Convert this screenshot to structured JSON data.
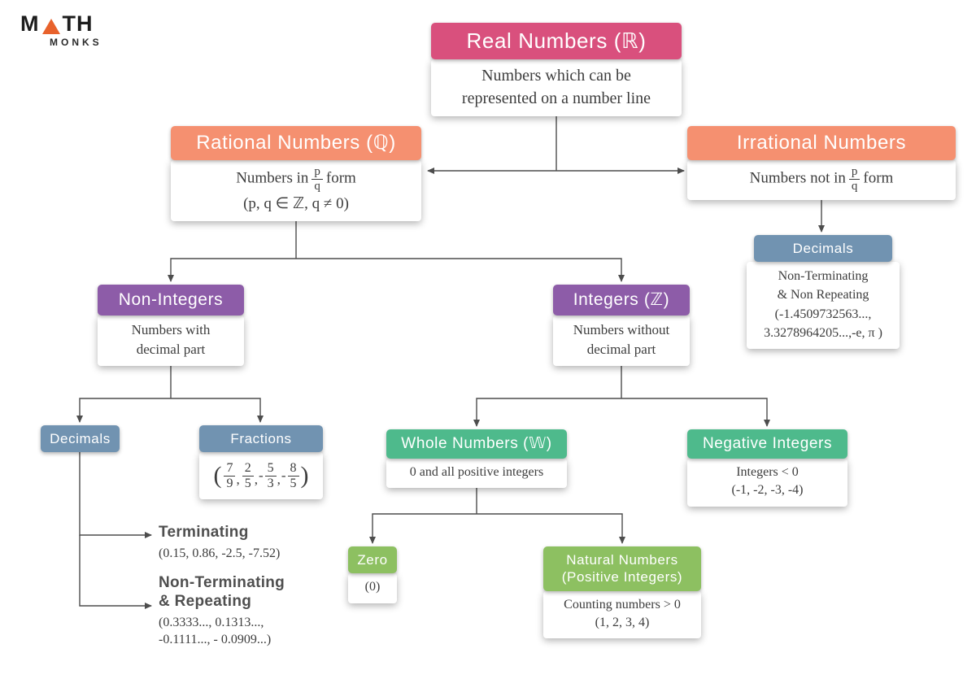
{
  "logo": {
    "part1": "M",
    "part2": "TH",
    "sub": "MONKS"
  },
  "colors": {
    "pink": "#d9507d",
    "orange": "#f59070",
    "purple": "#8d5ca8",
    "slate": "#7193b1",
    "green": "#4eba8c",
    "lightgreen": "#8dc061",
    "line": "#4d4d4d",
    "text": "#3d3d3d",
    "label": "#4f4f4f",
    "logo-orange": "#e8622c"
  },
  "nodes": {
    "real": {
      "title": "Real Numbers (ℝ)",
      "desc1": "Numbers which can be",
      "desc2": "represented on a number line"
    },
    "rational": {
      "title": "Rational Numbers (ℚ)",
      "desc_pre": "Numbers in",
      "frac_num": "p",
      "frac_den": "q",
      "desc_post": "form",
      "desc2": "(p, q ∈ ℤ, q ≠ 0)"
    },
    "irrational": {
      "title": "Irrational Numbers",
      "desc_pre": "Numbers not in",
      "frac_num": "p",
      "frac_den": "q",
      "desc_post": "form"
    },
    "irrdec": {
      "title": "Decimals",
      "desc1": "Non-Terminating",
      "desc2": "& Non Repeating",
      "desc3": "(-1.4509732563...,",
      "desc4": "3.3278964205...,-e, π )"
    },
    "nonint": {
      "title": "Non-Integers",
      "desc1": "Numbers with",
      "desc2": "decimal part"
    },
    "integers": {
      "title": "Integers (ℤ)",
      "desc1": "Numbers without",
      "desc2": "decimal part"
    },
    "decimals": {
      "title": "Decimals"
    },
    "fractions": {
      "title": "Fractions",
      "open": "(",
      "close": ")",
      "sep": ",",
      "items": [
        {
          "sign": "",
          "num": "7",
          "den": "9"
        },
        {
          "sign": "",
          "num": "2",
          "den": "5"
        },
        {
          "sign": "-",
          "num": "5",
          "den": "3"
        },
        {
          "sign": "-",
          "num": "8",
          "den": "5"
        }
      ]
    },
    "terminating": {
      "title": "Terminating",
      "desc": "(0.15, 0.86, -2.5, -7.52)"
    },
    "nonterm": {
      "title1": "Non-Terminating",
      "title2": "& Repeating",
      "desc1": "(0.3333..., 0.1313...,",
      "desc2": "-0.1111..., - 0.0909...)"
    },
    "whole": {
      "title": "Whole Numbers (𝕎)",
      "desc": "0 and all positive integers"
    },
    "negative": {
      "title": "Negative Integers",
      "desc1": "Integers < 0",
      "desc2": "(-1, -2, -3, -4)"
    },
    "zero": {
      "title": "Zero",
      "desc": "(0)"
    },
    "natural": {
      "title1": "Natural Numbers",
      "title2": "(Positive Integers)",
      "desc1": "Counting numbers > 0",
      "desc2": "(1, 2, 3, 4)"
    }
  }
}
